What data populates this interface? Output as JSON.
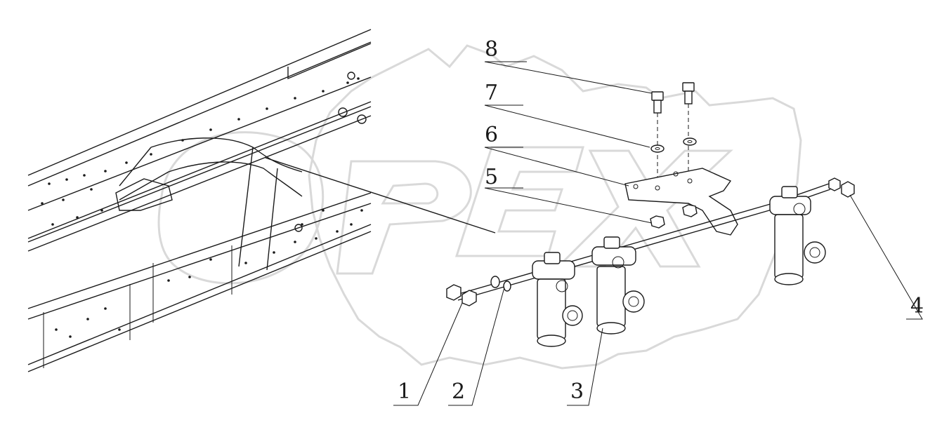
{
  "callouts": [
    {
      "id": "1",
      "label": "1"
    },
    {
      "id": "2",
      "label": "2"
    },
    {
      "id": "3",
      "label": "3"
    },
    {
      "id": "4",
      "label": "4"
    },
    {
      "id": "5",
      "label": "5"
    },
    {
      "id": "6",
      "label": "6"
    },
    {
      "id": "7",
      "label": "7"
    },
    {
      "id": "8",
      "label": "8"
    }
  ],
  "watermark": {
    "text": "OPEX",
    "color": "#d9d9d9"
  },
  "colors": {
    "ink": "#1a1a1a",
    "background": "#ffffff"
  }
}
